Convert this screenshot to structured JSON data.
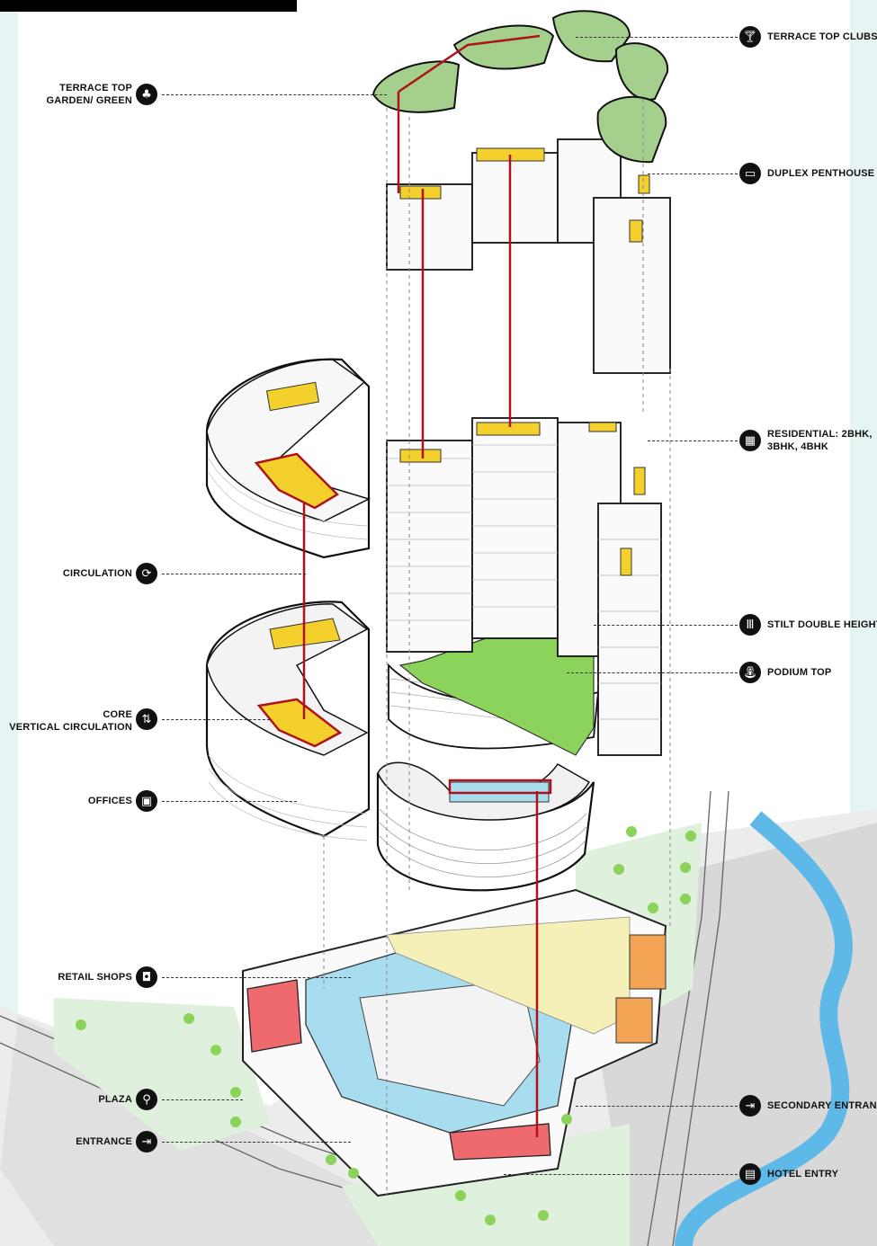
{
  "labels": {
    "terrace_clubs": "TERRACE TOP CLUBS",
    "terrace_garden_1": "TERRACE TOP",
    "terrace_garden_2": "GARDEN/ GREEN",
    "duplex": "DUPLEX PENTHOUSE",
    "residential_1": "RESIDENTIAL: 2BHK,",
    "residential_2": "3BHK, 4BHK",
    "circulation": "CIRCULATION",
    "stilt": "STILT DOUBLE HEIGHT",
    "podium": "PODIUM TOP",
    "core_1": "CORE",
    "core_2": "VERTICAL CIRCULATION",
    "offices": "OFFICES",
    "retail": "RETAIL SHOPS",
    "plaza": "PLAZA",
    "entrance": "ENTRANCE",
    "secondary": "SECONDARY ENTRANC",
    "hotel": "HOTEL ENTRY"
  },
  "icons": {
    "terrace_clubs": "cocktail-glass-icon",
    "terrace_garden": "tree-icon",
    "duplex": "sofa-icon",
    "residential": "floor-plan-icon",
    "circulation": "circular-arrows-icon",
    "stilt": "columns-icon",
    "podium": "fountain-icon",
    "core": "elevator-icon",
    "offices": "briefcase-icon",
    "retail": "shopping-bag-icon",
    "plaza": "walking-person-icon",
    "entrance": "enter-arrow-icon",
    "secondary": "enter-arrow-icon",
    "hotel": "hotel-sign-icon"
  },
  "colors": {
    "green_roof": "#a5cf8c",
    "lawn": "#8bd35a",
    "core_yellow": "#f4d02c",
    "hotel_red": "#ee6a6f",
    "water_blue": "#a8dcef",
    "river": "#5fb9e8",
    "site_grey": "#d8d8d8",
    "core_line": "#b0121b"
  }
}
